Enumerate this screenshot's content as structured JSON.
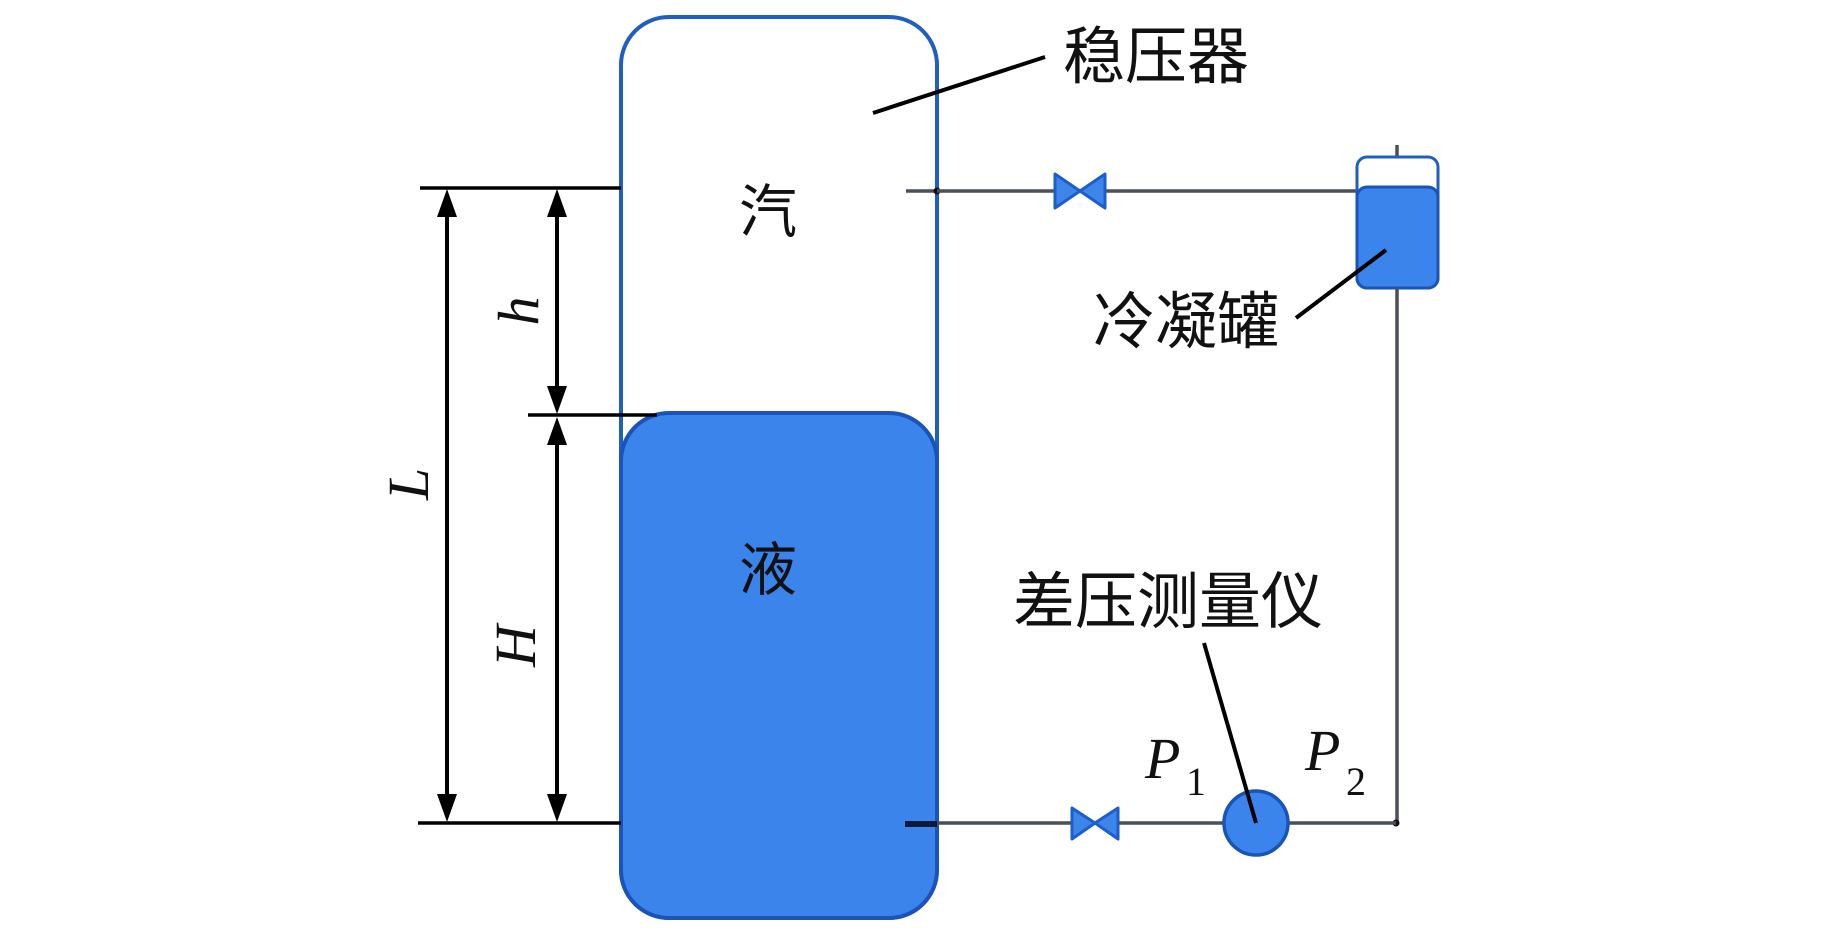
{
  "figure": {
    "type": "pressurizer differential-pressure level measurement schematic",
    "labels": {
      "pressurizer": "稳压器",
      "condensate_pot": "冷凝罐",
      "dp_gauge": "差压测量仪",
      "steam": "汽",
      "liquid": "液"
    },
    "dimensions": {
      "L": "L",
      "h": "h",
      "H": "H"
    },
    "pressures": {
      "p1_main": "P",
      "p1_sub": "1",
      "p2_main": "P",
      "p2_sub": "2"
    },
    "colors": {
      "liquid_fill": "#3a84ec",
      "vessel_outline": "#1f5fc4",
      "valve_fill": "#3d86e8",
      "pipe": "#4a4f5a",
      "dimension": "#000000"
    }
  }
}
